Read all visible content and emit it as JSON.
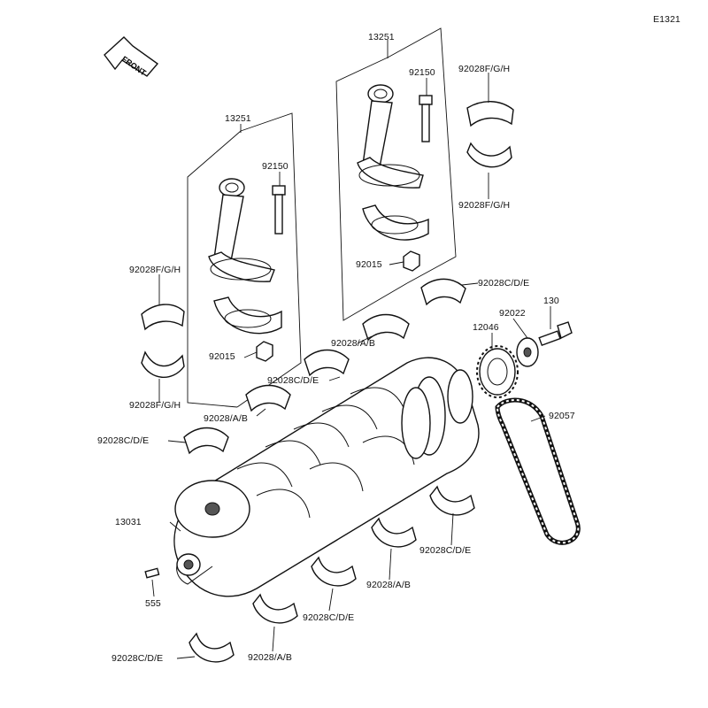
{
  "diagram_code": "E1321",
  "front_label": "FRONT",
  "labels": {
    "rod_assy_left": "13251",
    "rod_assy_right": "13251",
    "bolt_left": "92150",
    "bolt_right": "92150",
    "nut_left": "92015",
    "nut_right": "92015",
    "bearing_rod_left_upper": "92028F/G/H",
    "bearing_rod_left_lower": "92028F/G/H",
    "bearing_rod_right_upper": "92028F/G/H",
    "bearing_rod_right_lower": "92028F/G/H",
    "bearing_cde_1": "92028C/D/E",
    "bearing_cde_2": "92028C/D/E",
    "bearing_cde_3": "92028C/D/E",
    "bearing_cde_4": "92028C/D/E",
    "bearing_cde_5": "92028C/D/E",
    "bearing_cde_6": "92028C/D/E",
    "bearing_ab_1": "92028/A/B",
    "bearing_ab_2": "92028/A/B",
    "bearing_ab_3": "92028/A/B",
    "bearing_ab_4": "92028/A/B",
    "bolt_130": "130",
    "washer": "92022",
    "sprocket": "12046",
    "chain": "92057",
    "crankshaft": "13031",
    "pin": "555"
  }
}
